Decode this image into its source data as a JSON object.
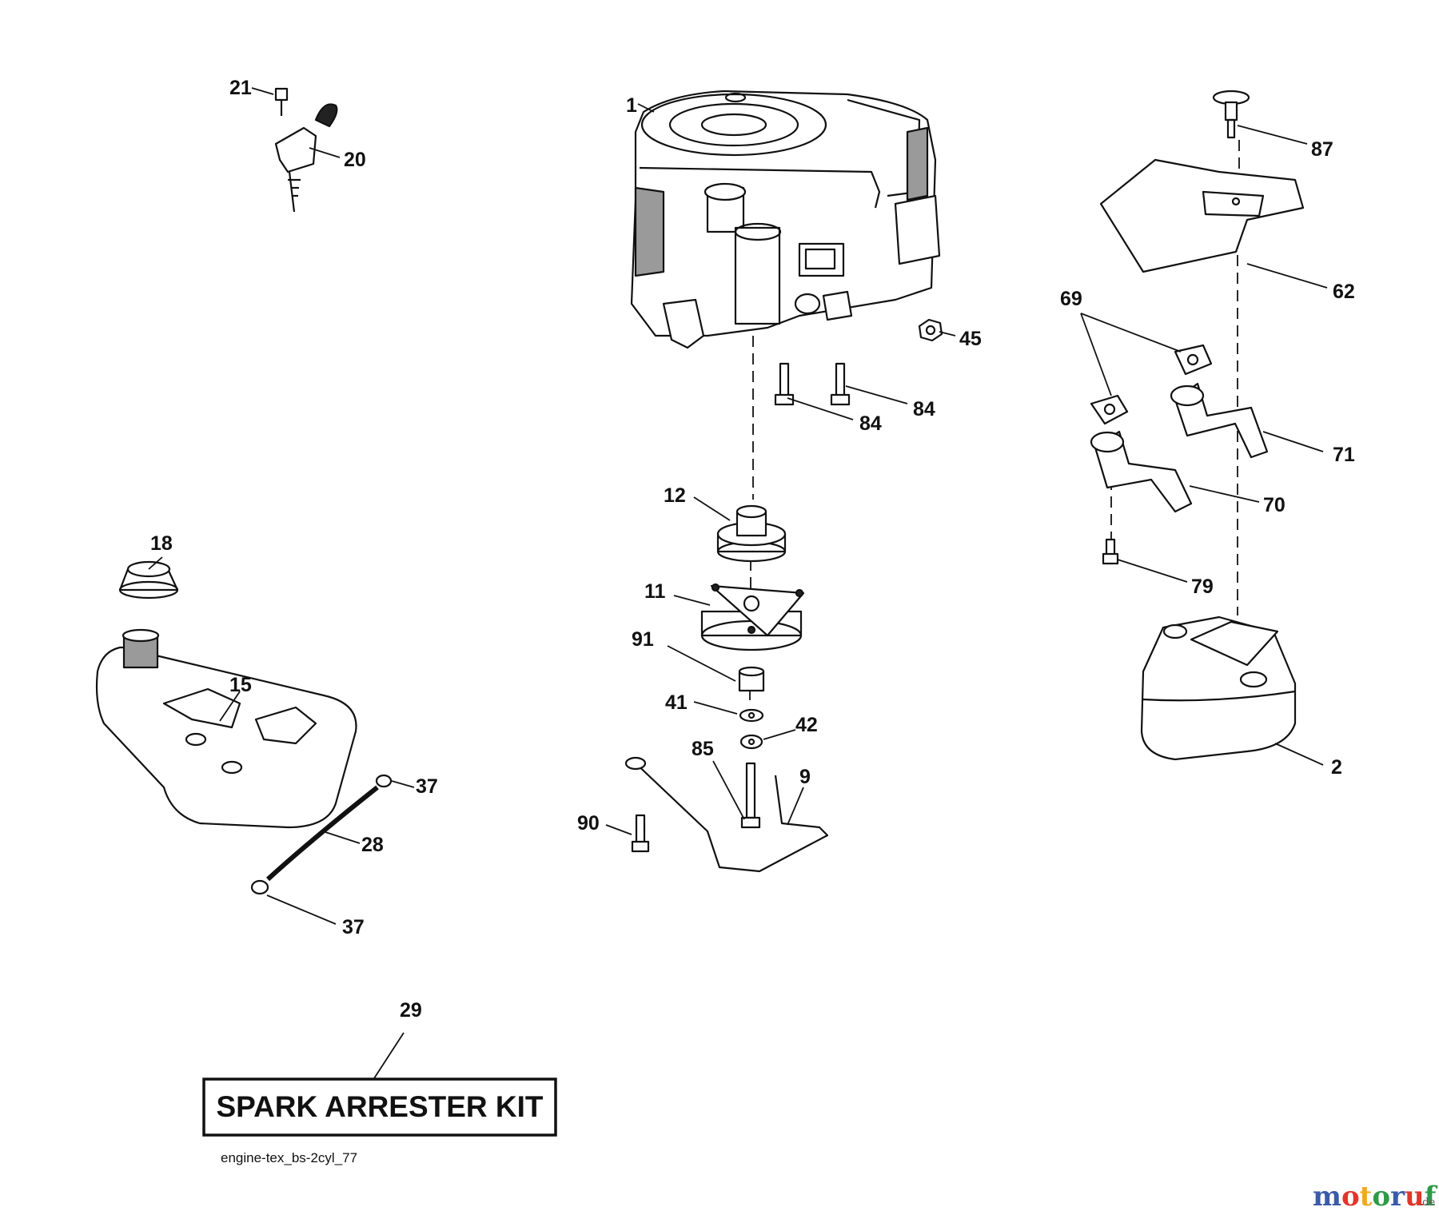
{
  "callouts": {
    "c1": "1",
    "c2": "2",
    "c9": "9",
    "c11": "11",
    "c12": "12",
    "c15": "15",
    "c18": "18",
    "c20": "20",
    "c21": "21",
    "c28": "28",
    "c29": "29",
    "c37a": "37",
    "c37b": "37",
    "c41": "41",
    "c42": "42",
    "c45": "45",
    "c62": "62",
    "c69": "69",
    "c70": "70",
    "c71": "71",
    "c79": "79",
    "c84a": "84",
    "c84b": "84",
    "c85": "85",
    "c87": "87",
    "c90": "90",
    "c91": "91"
  },
  "kit": {
    "label": "SPARK ARRESTER KIT"
  },
  "reference_code": "engine-tex_bs-2cyl_77",
  "watermark": {
    "letters": [
      "m",
      "o",
      "t",
      "o",
      "r",
      "u",
      "f"
    ],
    "letter_colors": [
      "#3a5ba8",
      "#e0362c",
      "#f2a81d",
      "#2e9b47",
      "#3a5ba8",
      "#e0362c",
      "#2e9b47"
    ],
    "tld": ".de"
  }
}
